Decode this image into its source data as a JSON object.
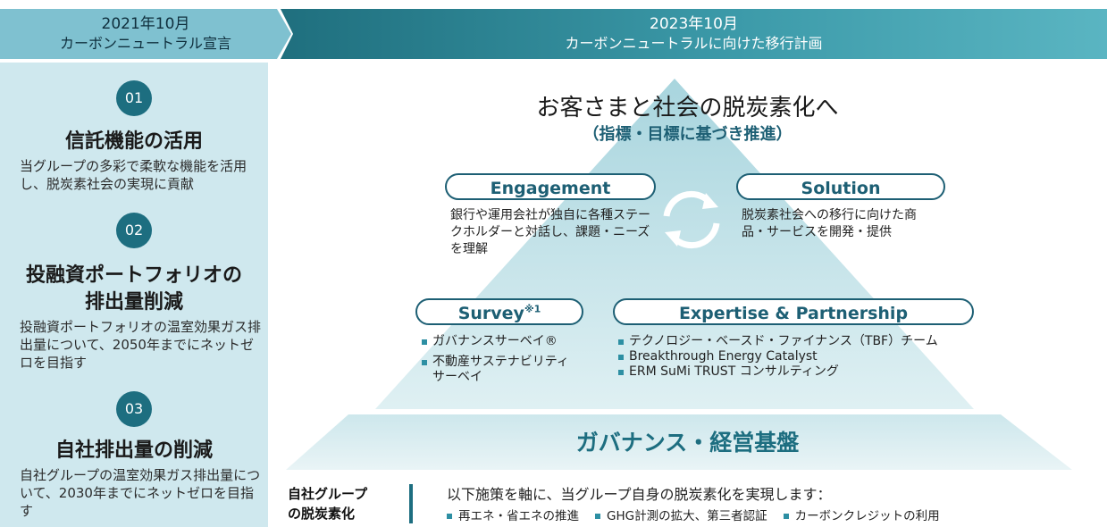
{
  "header": {
    "left_line1": "2021年10月",
    "left_line2": "カーボンニュートラル宣言",
    "right_line1": "2023年10月",
    "right_line2": "カーボンニュートラルに向けた移行計画"
  },
  "left_sections": [
    {
      "number": "01",
      "title": "信託機能の活用",
      "desc": "当グループの多彩で柔軟な機能を活用し、脱炭素社会の実現に貢献"
    },
    {
      "number": "02",
      "title_line1": "投融資ポートフォリオの",
      "title_line2": "排出量削減",
      "desc": "投融資ポートフォリオの温室効果ガス排出量について、2050年までにネットゼロを目指す"
    },
    {
      "number": "03",
      "title": "自社排出量の削減",
      "desc": "自社グループの温室効果ガス排出量について、2030年までにネットゼロを目指す"
    }
  ],
  "pyramid": {
    "title": "お客さまと社会の脱炭素化へ",
    "subtitle": "（指標・目標に基づき推進）",
    "engagement": {
      "label": "Engagement",
      "text": "銀行や運用会社が独自に各種ステークホルダーと対話し、課題・ニーズを理解"
    },
    "solution": {
      "label": "Solution",
      "text": "脱炭素社会への移行に向けた商品・サービスを開発・提供"
    },
    "survey": {
      "label": "Survey",
      "sup": "※1",
      "items": [
        "ガバナンスサーベイ®",
        "不動産サステナビリティサーベイ"
      ]
    },
    "expertise": {
      "label": "Expertise & Partnership",
      "items": [
        "テクノロジー・ベースド・ファイナンス（TBF）チーム",
        "Breakthrough Energy Catalyst",
        "ERM SuMi TRUST コンサルティング"
      ]
    },
    "base": "ガバナンス・経営基盤"
  },
  "bottom": {
    "label_line1": "自社グループ",
    "label_line2": "の脱炭素化",
    "text": "以下施策を軸に、当グループ自身の脱炭素化を実現します：",
    "items": [
      "再エネ・省エネの推進",
      "GHG計測の拡大、第三者認証",
      "カーボンクレジットの利用"
    ]
  },
  "colors": {
    "accent": "#1d6e80",
    "light_panel": "#cfe8ee",
    "header_left": "#7fc1d0",
    "pill_border": "#1d5f74"
  }
}
